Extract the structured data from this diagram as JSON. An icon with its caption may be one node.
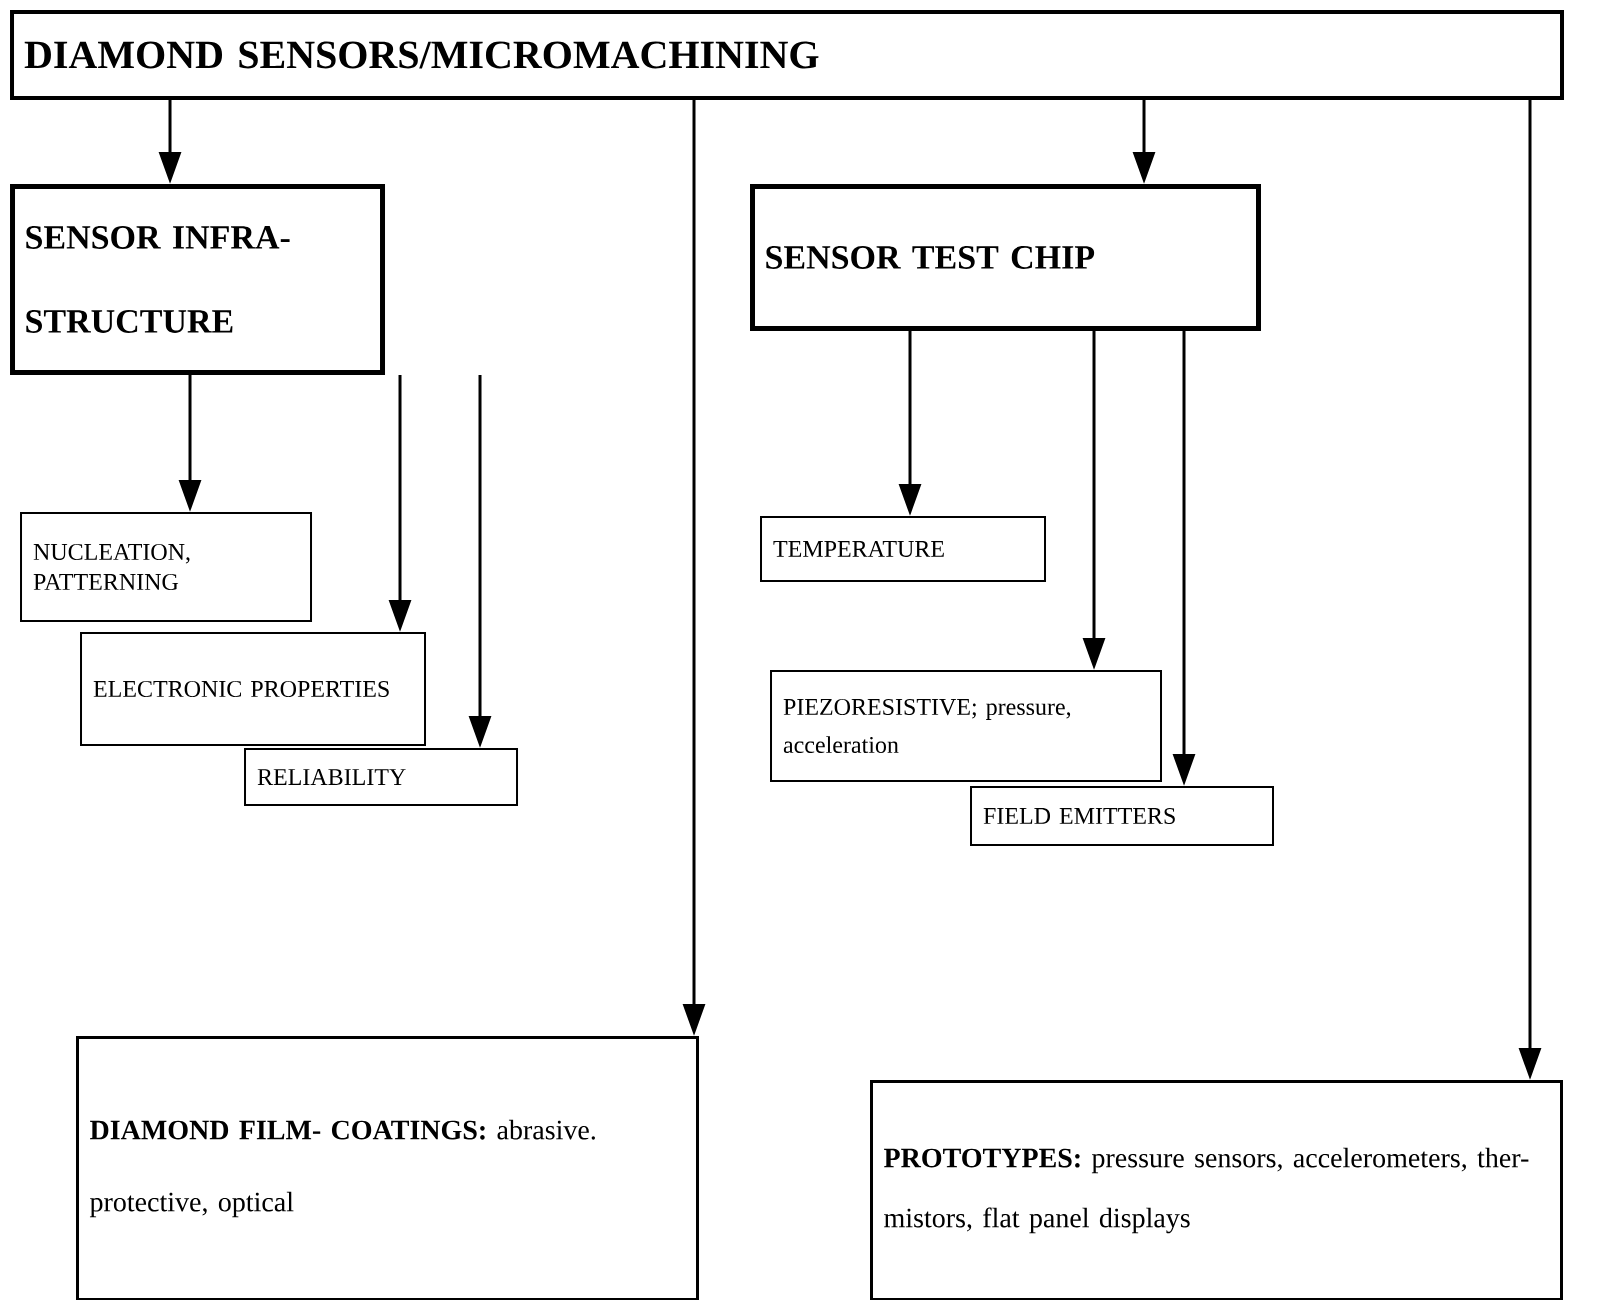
{
  "diagram": {
    "nodes": [
      {
        "text": [
          "DIAMOND SENSORS/MICROMACHINING"
        ]
      },
      {
        "text": [
          "SENSOR INFRA- STRUCTURE"
        ]
      },
      {
        "text": [
          "SENSOR TEST CHIP"
        ]
      },
      {
        "text": [
          "NUCLEATION, PATTERNING"
        ]
      },
      {
        "text": [
          "ELECTRONIC PROPERTIES"
        ]
      },
      {
        "text": [
          "RELIABILITY"
        ]
      },
      {
        "text": [
          "TEMPERATURE"
        ]
      },
      {
        "text": [
          "PIEZORESISTIVE; pressure, acceleration"
        ]
      },
      {
        "text": [
          "FIELD EMITTERS"
        ]
      },
      {
        "text": [
          "**DIAMOND FILM- COATINGS:** abrasive. protective, optical"
        ]
      },
      {
        "text": [
          "**PROTOTYPES:** pressure sensors, accelerometers, ther- mistors, flat panel displays"
        ]
      }
    ],
    "edges": [
      {
        "from": 0,
        "to": 1,
        "arrow": "to"
      },
      {
        "from": 0,
        "to": 9,
        "arrow": "to"
      },
      {
        "from": 0,
        "to": 2,
        "arrow": "to"
      },
      {
        "from": 0,
        "to": 10,
        "arrow": "to"
      },
      {
        "from": 1,
        "to": 3,
        "arrow": "to"
      },
      {
        "from": 1,
        "to": 4,
        "arrow": "to"
      },
      {
        "from": 1,
        "to": 5,
        "arrow": "to"
      },
      {
        "from": 2,
        "to": 6,
        "arrow": "to"
      },
      {
        "from": 2,
        "to": 7,
        "arrow": "to"
      },
      {
        "from": 2,
        "to": 8,
        "arrow": "to"
      }
    ]
  }
}
